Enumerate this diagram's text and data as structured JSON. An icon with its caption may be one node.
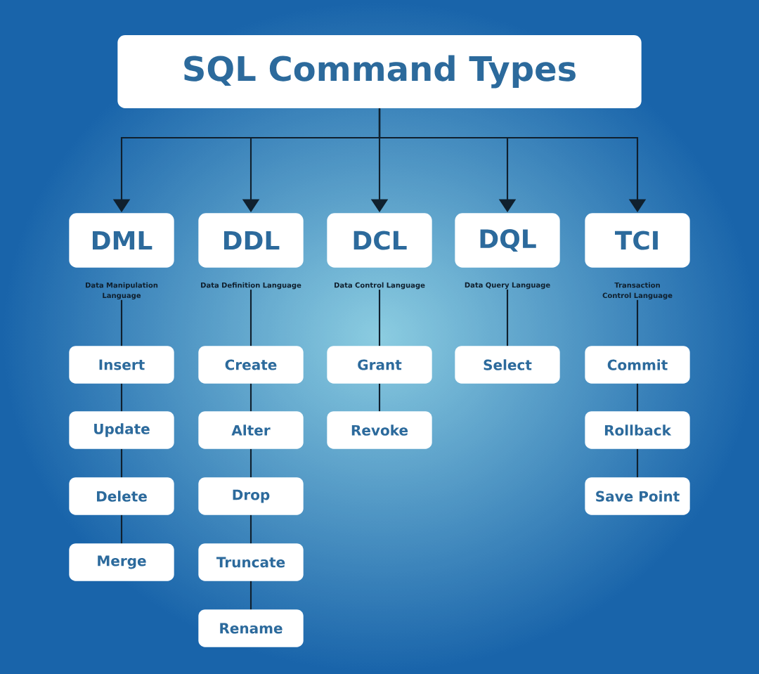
{
  "diagram": {
    "nodes": [
      {
        "text": [
          "SQL Command Types"
        ]
      },
      {
        "text": [
          "DML"
        ],
        "beside": [
          "Data Manipulation Language"
        ]
      },
      {
        "text": [
          "DDL"
        ],
        "beside": [
          "Data Definition Language"
        ]
      },
      {
        "text": [
          "DCL"
        ],
        "beside": [
          "Data Control Language"
        ]
      },
      {
        "text": [
          "DQL"
        ],
        "beside": [
          "Data Query Language"
        ]
      },
      {
        "text": [
          "TCI"
        ],
        "beside": [
          "Transaction Control Language"
        ]
      },
      {
        "text": [
          "Insert"
        ]
      },
      {
        "text": [
          "Update"
        ]
      },
      {
        "text": [
          "Delete"
        ]
      },
      {
        "text": [
          "Merge"
        ]
      },
      {
        "text": [
          "Create"
        ]
      },
      {
        "text": [
          "Alter"
        ]
      },
      {
        "text": [
          "Drop"
        ]
      },
      {
        "text": [
          "Truncate"
        ]
      },
      {
        "text": [
          "Rename"
        ]
      },
      {
        "text": [
          "Grant"
        ]
      },
      {
        "text": [
          "Revoke"
        ]
      },
      {
        "text": [
          "Select"
        ]
      },
      {
        "text": [
          "Commit"
        ]
      },
      {
        "text": [
          "Rollback"
        ]
      },
      {
        "text": [
          "Save Point"
        ]
      }
    ],
    "edges": [
      {
        "from": 0,
        "to": 1,
        "arrow": "to"
      },
      {
        "from": 0,
        "to": 2,
        "arrow": "to"
      },
      {
        "from": 0,
        "to": 3,
        "arrow": "to"
      },
      {
        "from": 0,
        "to": 4,
        "arrow": "to"
      },
      {
        "from": 0,
        "to": 5,
        "arrow": "to"
      },
      {
        "from": 1,
        "to": 6,
        "arrow": "none"
      },
      {
        "from": 6,
        "to": 7,
        "arrow": "none"
      },
      {
        "from": 7,
        "to": 8,
        "arrow": "none"
      },
      {
        "from": 8,
        "to": 9,
        "arrow": "none"
      },
      {
        "from": 2,
        "to": 10,
        "arrow": "none"
      },
      {
        "from": 10,
        "to": 11,
        "arrow": "none"
      },
      {
        "from": 11,
        "to": 12,
        "arrow": "none"
      },
      {
        "from": 12,
        "to": 13,
        "arrow": "none"
      },
      {
        "from": 13,
        "to": 14,
        "arrow": "none"
      },
      {
        "from": 3,
        "to": 15,
        "arrow": "none"
      },
      {
        "from": 15,
        "to": 16,
        "arrow": "none"
      },
      {
        "from": 4,
        "to": 17,
        "arrow": "none"
      },
      {
        "from": 5,
        "to": 18,
        "arrow": "none"
      },
      {
        "from": 18,
        "to": 19,
        "arrow": "none"
      },
      {
        "from": 19,
        "to": 20,
        "arrow": "none"
      }
    ]
  }
}
